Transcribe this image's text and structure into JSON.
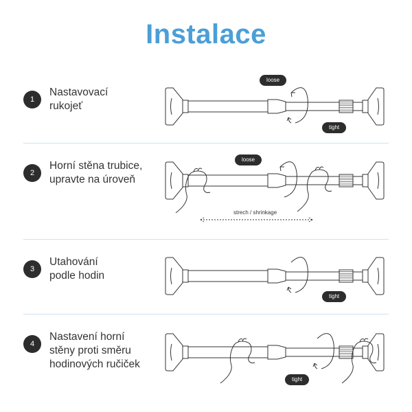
{
  "title": "Instalace",
  "colors": {
    "accent": "#4a9fd8",
    "badge": "#2d2d2d",
    "divider": "#cfe3f1"
  },
  "steps": [
    {
      "number": "1",
      "lines": [
        "Nastavovací",
        "rukojeť"
      ],
      "labels": {
        "loose": "loose",
        "tight": "tight"
      }
    },
    {
      "number": "2",
      "lines": [
        "Horní stěna trubice,",
        "upravte na úroveň"
      ],
      "labels": {
        "loose": "loose",
        "stretch": "strech /  shrinkage"
      }
    },
    {
      "number": "3",
      "lines": [
        "Utahování",
        "podle hodin"
      ],
      "labels": {
        "tight": "tight"
      }
    },
    {
      "number": "4",
      "lines": [
        "Nastavení horní",
        "stěny proti směru",
        "hodinových ručiček"
      ],
      "labels": {
        "tight": "tight"
      }
    }
  ]
}
